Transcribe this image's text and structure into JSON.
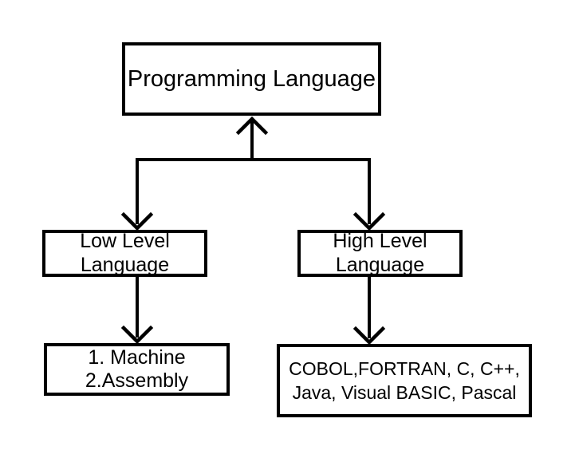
{
  "diagram": {
    "background_color": "#ffffff",
    "line_color": "#000000",
    "nodes": {
      "root": {
        "label": "Programming Language"
      },
      "low_level": {
        "line1": "Low Level",
        "line2": "Language"
      },
      "high_level": {
        "line1": "High Level",
        "line2": "Language"
      },
      "low_level_types": {
        "line1": "1. Machine",
        "line2": "2.Assembly"
      },
      "high_level_examples": {
        "line1": "COBOL,FORTRAN, C, C++,",
        "line2": "Java, Visual BASIC, Pascal"
      }
    }
  }
}
